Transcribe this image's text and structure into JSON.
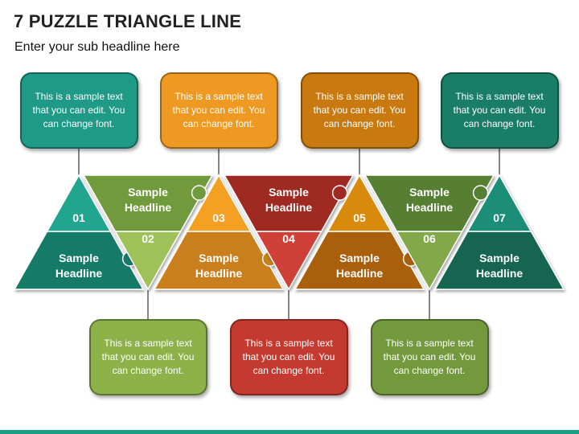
{
  "title": "7 PUZZLE TRIANGLE LINE",
  "subtitle": "Enter your sub headline here",
  "items": [
    {
      "number": "01",
      "headline": [
        "Sample",
        "Headline"
      ],
      "text": "This is a sample text that you can edit. You can change font.",
      "color_light": "#22a58f",
      "color_dark": "#157a68",
      "box_color": "#1f9a86"
    },
    {
      "number": "02",
      "headline": [
        "Sample",
        "Headline"
      ],
      "text": "This is a sample text that you can edit. You can change font.",
      "color_light": "#9ec15a",
      "color_dark": "#6f9a3a",
      "box_color": "#8db24a"
    },
    {
      "number": "03",
      "headline": [
        "Sample",
        "Headline"
      ],
      "text": "This is a sample text that you can edit. You can change font.",
      "color_light": "#f4a024",
      "color_dark": "#c87f1f",
      "box_color": "#ee9a22"
    },
    {
      "number": "04",
      "headline": [
        "Sample",
        "Headline"
      ],
      "text": "This is a sample text that you can edit. You can change font.",
      "color_light": "#cf4038",
      "color_dark": "#9e2a24",
      "box_color": "#c53a30"
    },
    {
      "number": "05",
      "headline": [
        "Sample",
        "Headline"
      ],
      "text": "This is a sample text that you can edit. You can change font.",
      "color_light": "#d88a10",
      "color_dark": "#aa5e08",
      "box_color": "#c87a10"
    },
    {
      "number": "06",
      "headline": [
        "Sample",
        "Headline"
      ],
      "text": "This is a sample text that you can edit. You can change font.",
      "color_light": "#82a849",
      "color_dark": "#577f33",
      "box_color": "#73993d"
    },
    {
      "number": "07",
      "headline": [
        "Sample",
        "Headline"
      ],
      "text": "This is a sample text that you can edit. You can change font.",
      "color_light": "#1f8d76",
      "color_dark": "#126551",
      "box_color": "#1a7d67"
    }
  ]
}
